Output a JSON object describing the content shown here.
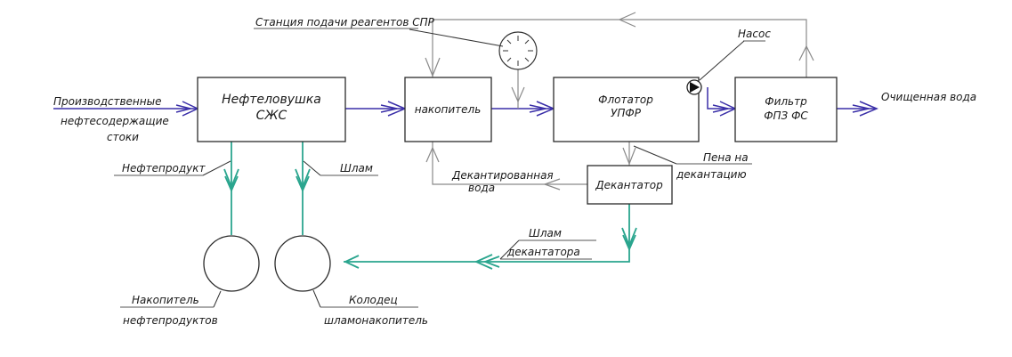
{
  "colors": {
    "water_line": "#3a2fa8",
    "reagent_line": "#8a8a8a",
    "sludge_line": "#2aa58e",
    "block_stroke": "#2b2b2b"
  },
  "blocks": {
    "oil_trap": {
      "line1": "Нефтеловушка",
      "line2": "СЖС"
    },
    "accumulator": {
      "label": "накопитель"
    },
    "flotator": {
      "line1": "Флотатор",
      "line2": "УПФР"
    },
    "filter": {
      "line1": "Фильтр",
      "line2": "ФПЗ ФС"
    },
    "decanter": {
      "label": "Декантатор"
    }
  },
  "labels": {
    "inlet": [
      "Производственные",
      "нефтесодержащие",
      "стоки"
    ],
    "outlet": "Очищенная вода",
    "reagent_station": "Станция подачи реагентов СПР",
    "pump": "Насос",
    "foam": [
      "Пена на",
      "декантацию"
    ],
    "decanted_water": [
      "Декантированная",
      "вода"
    ],
    "oil_product": "Нефтепродукт",
    "sludge": "Шлам",
    "decanter_sludge": [
      "Шлам",
      "декантатора"
    ],
    "oil_storage": [
      "Накопитель",
      "нефтепродуктов"
    ],
    "sludge_well": [
      "Колодец",
      "шламонакопитель"
    ]
  }
}
